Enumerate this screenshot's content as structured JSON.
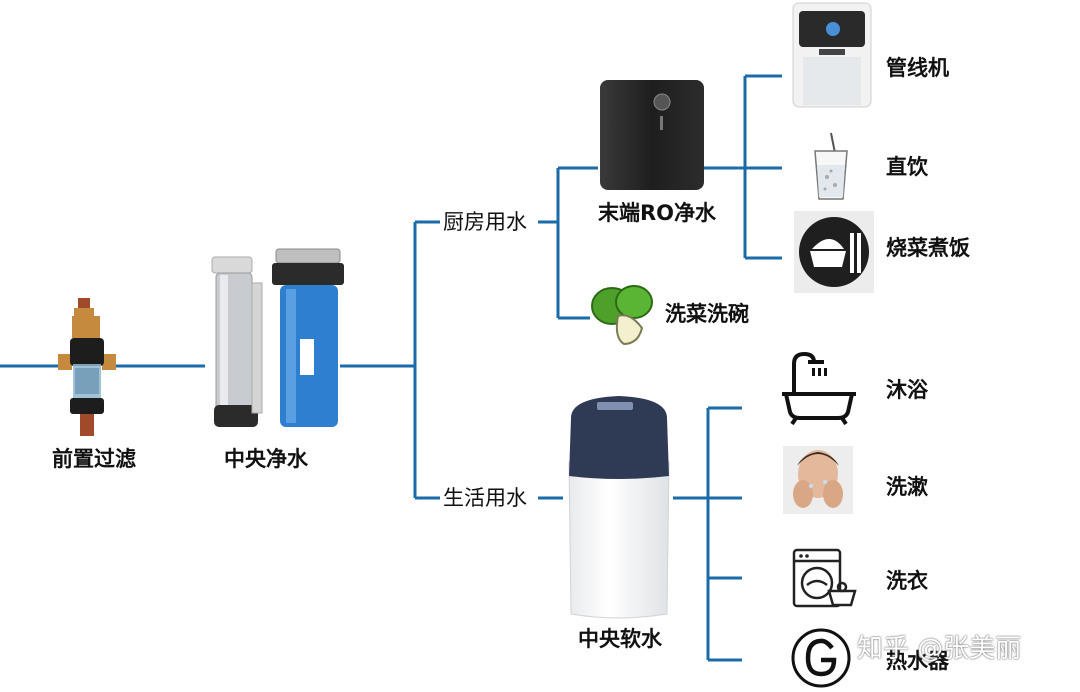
{
  "colors": {
    "line": "#1a6ba8",
    "device_dark": "#2b2b2b",
    "filter_blue": "#2f7fd0",
    "softener_cap": "#2f3a55"
  },
  "stages": {
    "pre_filter": "前置过滤",
    "central_purifier": "中央净水"
  },
  "branches": {
    "kitchen": "厨房用水",
    "living": "生活用水"
  },
  "devices": {
    "ro": "末端RO净水",
    "softener": "中央软水"
  },
  "kitchen_uses": {
    "pipeline_machine": "管线机",
    "direct_drink": "直饮",
    "cooking": "烧菜煮饭",
    "washing_veg": "洗菜洗碗"
  },
  "living_uses": {
    "bathing": "沐浴",
    "washing_face": "洗漱",
    "laundry": "洗衣",
    "water_heater": "热水器"
  },
  "watermark": "知乎 @张美丽"
}
